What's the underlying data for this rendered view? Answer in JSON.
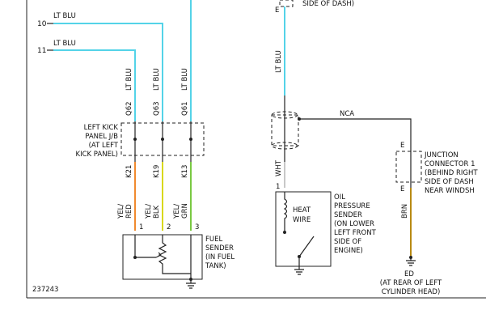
{
  "diagram_id": "237243",
  "colors": {
    "lt_blu": "#54d3e8",
    "orange": "#f08a2e",
    "yellow": "#d9d81a",
    "green": "#7ac943",
    "brown": "#b88a13",
    "white_wire": "#c8c8c8",
    "line": "#222222"
  },
  "top_right": {
    "e_label": "E",
    "side_label": "SIDE OF DASH)"
  },
  "wires_left": [
    {
      "pin": "10",
      "color_label": "LT BLU"
    },
    {
      "pin": "11",
      "color_label": "LT BLU"
    }
  ],
  "vertical_labels": {
    "lt_blu_a": "LT BLU",
    "lt_blu_b": "LT BLU",
    "lt_blu_c": "LT BLU",
    "q62": "Q62",
    "q63": "Q63",
    "q61": "Q61",
    "k21": "K21",
    "k19": "K19",
    "k13": "K13",
    "yel_red_1": "YEL/",
    "yel_red_2": "RED",
    "yel_blk_1": "YEL/",
    "yel_blk_2": "BLK",
    "yel_grn_1": "YEL/",
    "yel_grn_2": "GRN",
    "lt_blu_center": "LT BLU",
    "wht": "WHT",
    "brn": "BRN"
  },
  "kick_panel": [
    "LEFT KICK",
    "PANEL J/B",
    "(AT LEFT",
    "KICK PANEL)"
  ],
  "pins": {
    "p1": "1",
    "p2": "2",
    "p3": "3",
    "center_1": "1"
  },
  "fuel_sender": [
    "FUEL",
    "SENDER",
    "(IN FUEL",
    "TANK)"
  ],
  "nca": "NCA",
  "heat_wire": [
    "HEAT",
    "WIRE"
  ],
  "oil_sender": [
    "OIL",
    "PRESSURE",
    "SENDER",
    "(ON LOWER",
    "LEFT FRONT",
    "SIDE OF",
    "ENGINE)"
  ],
  "junction": {
    "e_top": "E",
    "e_bottom": "E",
    "lines": [
      "JUNCTION",
      "CONNECTOR 1",
      "(BEHIND RIGHT",
      "SIDE OF DASH",
      "NEAR WINDSH"
    ]
  },
  "ground": {
    "label": "ED",
    "lines": [
      "(AT REAR OF LEFT",
      "CYLINDER HEAD)"
    ]
  }
}
